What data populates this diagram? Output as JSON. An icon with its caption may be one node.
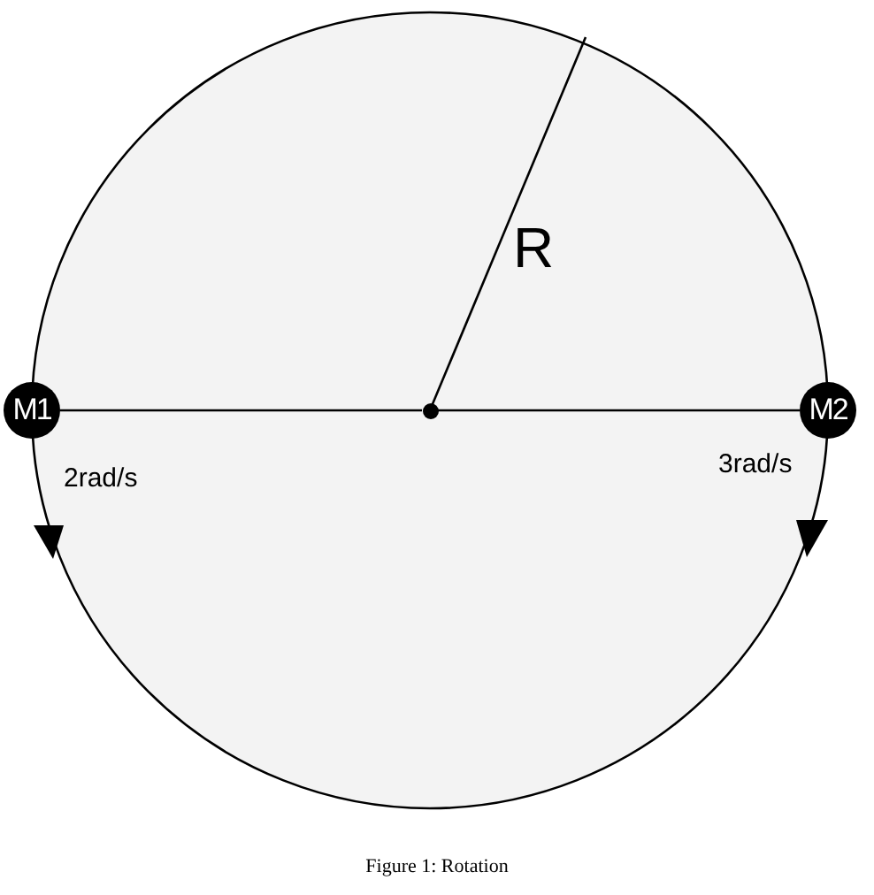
{
  "diagram": {
    "caption": "Figure 1: Rotation",
    "nodes": [
      {
        "text": [
          "M1"
        ],
        "beside": [
          "2rad/s"
        ]
      },
      {
        "text": [
          "M2"
        ],
        "beside": [
          "3rad/s"
        ]
      },
      {
        "text": [],
        "shape": "circle"
      }
    ],
    "edges": [
      {
        "from": 0,
        "to": 2,
        "arrow": "none"
      },
      {
        "from": 2,
        "to": 1,
        "arrow": "none"
      }
    ],
    "labels": [
      "R"
    ]
  }
}
